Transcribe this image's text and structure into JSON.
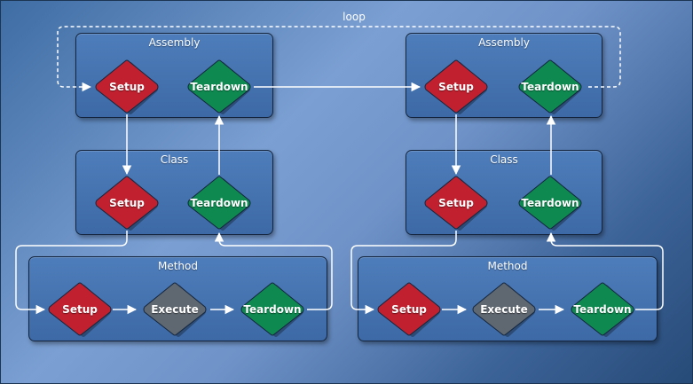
{
  "loop_label": "loop",
  "colors": {
    "setup": "#c1202f",
    "teardown": "#0e8a50",
    "execute": "#5f6770"
  },
  "left": {
    "assembly": {
      "title": "Assembly",
      "setup": "Setup",
      "teardown": "Teardown"
    },
    "class": {
      "title": "Class",
      "setup": "Setup",
      "teardown": "Teardown"
    },
    "method": {
      "title": "Method",
      "setup": "Setup",
      "execute": "Execute",
      "teardown": "Teardown"
    }
  },
  "right": {
    "assembly": {
      "title": "Assembly",
      "setup": "Setup",
      "teardown": "Teardown"
    },
    "class": {
      "title": "Class",
      "setup": "Setup",
      "teardown": "Teardown"
    },
    "method": {
      "title": "Method",
      "setup": "Setup",
      "execute": "Execute",
      "teardown": "Teardown"
    }
  }
}
